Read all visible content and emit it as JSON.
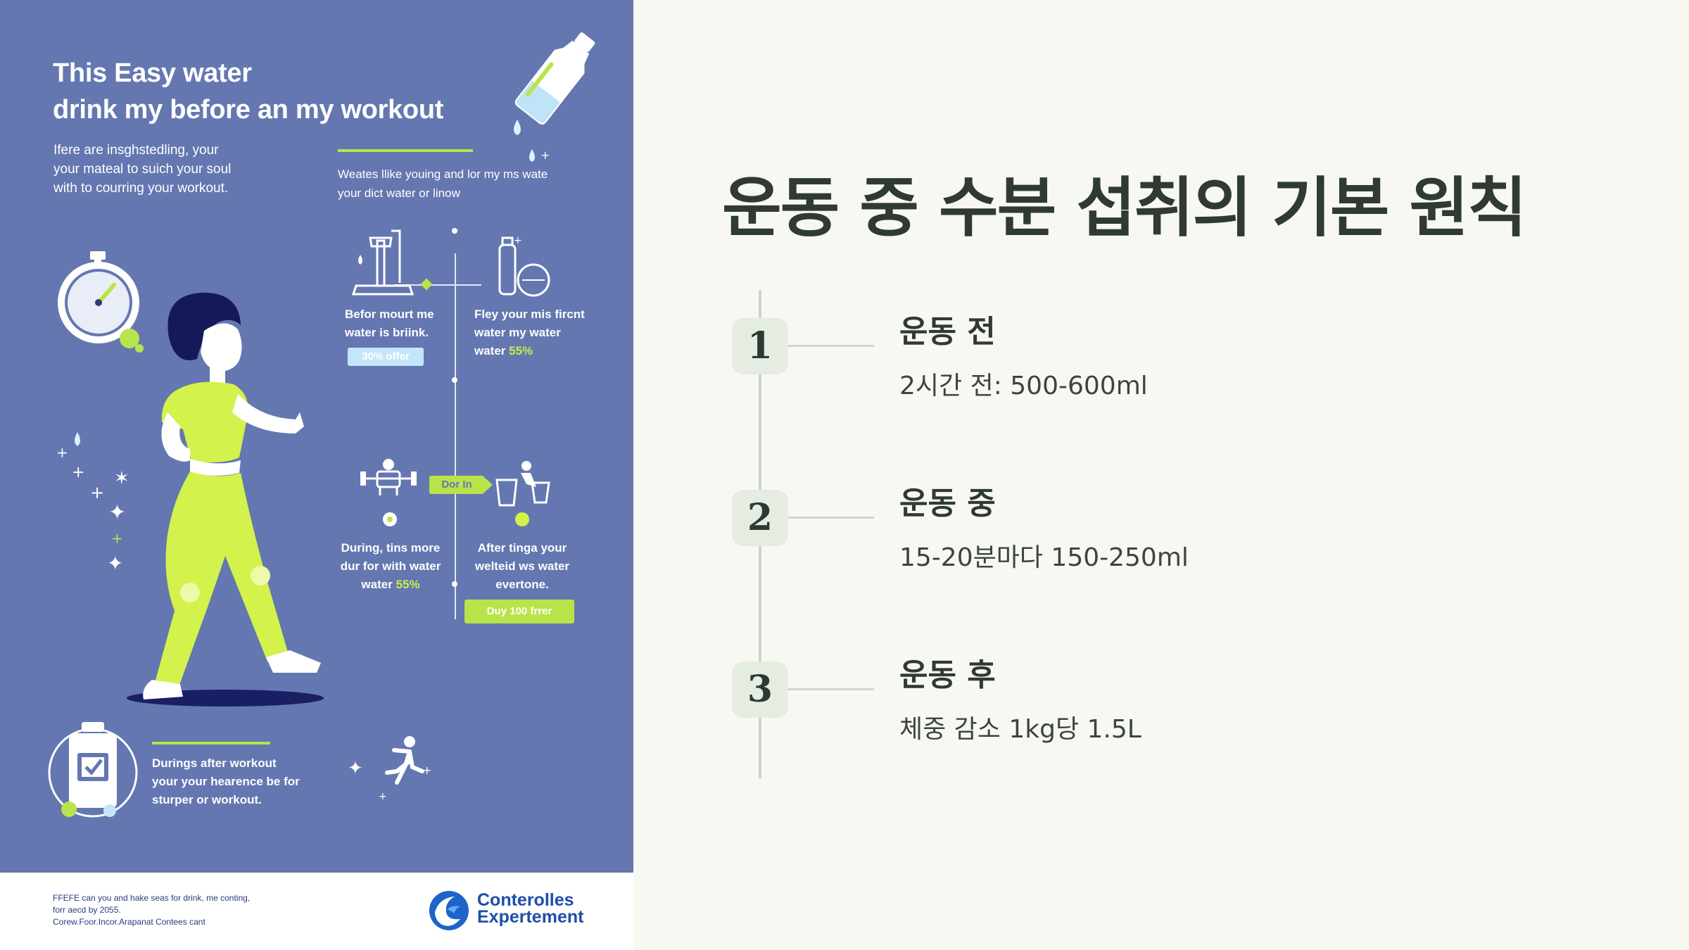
{
  "poster": {
    "title_line1": "This Easy water",
    "title_line2": "drink my before an my workout",
    "intro_lines": [
      "Ifere are insghstedling, your",
      "your mateal to suich your soul",
      "with to courring your workout."
    ],
    "intro2_lines": [
      "Weates llike youing and lor my ms wate",
      "your dict water or linow"
    ],
    "step1": {
      "lines": [
        "Befor mourt me",
        "water is briink."
      ],
      "pill": "30% offer"
    },
    "step2": {
      "lines": [
        "Fley your mis fircnt",
        "water my water"
      ],
      "last_prefix": "water ",
      "last_value": "55%"
    },
    "step3_pill": "Dor In",
    "step3": {
      "lines": [
        "During, tins more",
        "dur for with water"
      ],
      "last_prefix": "water ",
      "last_value": "55%"
    },
    "step4": {
      "lines": [
        "After tinga your",
        "welteid ws water",
        "evertone."
      ],
      "pill": "Duy 100 frrer"
    },
    "after": {
      "lines": [
        "Durings after workout",
        "your your hearence be for",
        "sturper or workout."
      ]
    },
    "footer_note_lines": [
      "FFEFE can you and hake seas for drink, me conting,",
      "forr aecd by 2055.",
      "Corew.Foor.Incor.Arapanat Contees cant"
    ],
    "brand_line1": "Conterolles",
    "brand_line2": "Expertement",
    "colors": {
      "background": "#6477b0",
      "accent_green": "#c6f04a",
      "navy": "#15195a"
    }
  },
  "slide": {
    "title": "운동 중 수분 섭취의 기본 원칙",
    "steps": [
      {
        "number": "1",
        "heading": "운동 전",
        "detail": "2시간 전: 500-600ml"
      },
      {
        "number": "2",
        "heading": "운동 중",
        "detail": "15-20분마다 150-250ml"
      },
      {
        "number": "3",
        "heading": "운동 후",
        "detail": "체중 감소 1kg당 1.5L"
      }
    ],
    "colors": {
      "background": "#f8f8f3",
      "text": "#2f3a33",
      "badge": "#e5ece2",
      "line": "#cdd5cb"
    }
  }
}
